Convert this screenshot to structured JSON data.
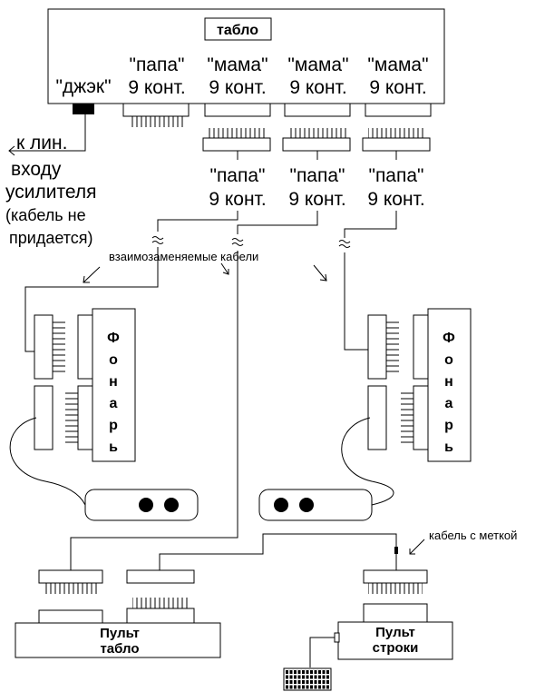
{
  "tablo": {
    "title": "табло"
  },
  "top_connectors": {
    "jack": "\"джэк\"",
    "papa": "\"папа\"",
    "mama": "\"мама\"",
    "contacts": "9 конт."
  },
  "bottom_connectors": {
    "papa": "\"папа\"",
    "contacts": "9 конт."
  },
  "amp_note": {
    "line1": "к лин.",
    "line2": "входу",
    "line3": "усилителя",
    "line4": "(кабель не",
    "line5": "придается)"
  },
  "cables_label": "взаимозаменяемые кабели",
  "lantern_label": [
    "Ф",
    "о",
    "н",
    "а",
    "р",
    "ь"
  ],
  "marked_cable_label": "кабель с меткой",
  "console_tablo": {
    "line1": "Пульт",
    "line2": "табло"
  },
  "console_row": {
    "line1": "Пульт",
    "line2": "строки"
  }
}
